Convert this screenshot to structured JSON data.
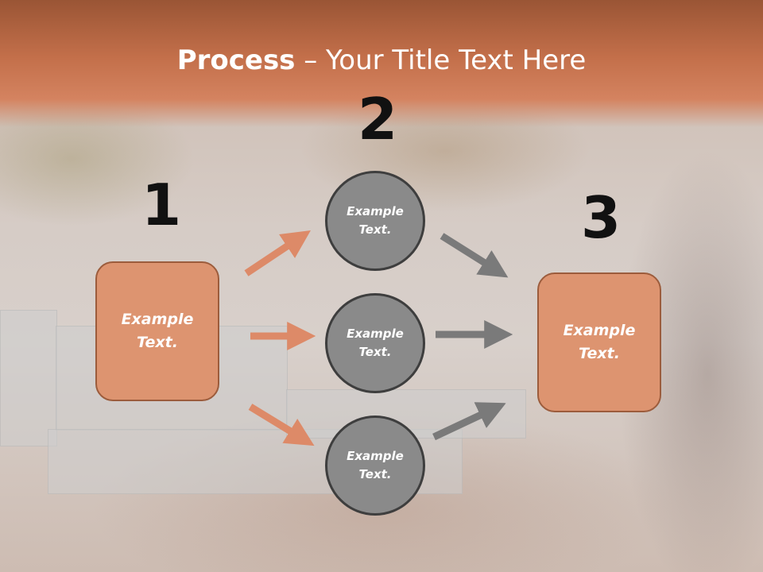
{
  "slide": {
    "title_bold": "Process",
    "title_rest": " – Your Title Text Here",
    "steps": [
      {
        "number": "1",
        "label": "Example\nText."
      },
      {
        "number": "2",
        "label": "Example\nText."
      },
      {
        "number": "3",
        "label": "Example\nText."
      }
    ],
    "circles": [
      {
        "label": "Example\nText."
      },
      {
        "label": "Example\nText."
      },
      {
        "label": "Example\nText."
      }
    ]
  },
  "colors": {
    "header": "#c36f4a",
    "box_fill": "#dd9470",
    "box_border": "#9c5c3c",
    "circle_fill": "#8a8a8a",
    "circle_border": "#3e3e3e",
    "arrow_orange": "#dd8a68",
    "arrow_gray": "#7a7a7a"
  }
}
